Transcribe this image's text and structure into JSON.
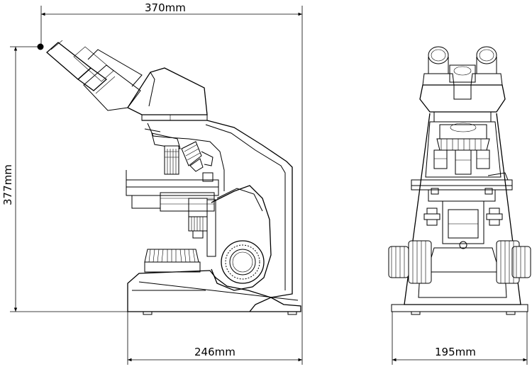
{
  "dimensions": {
    "overall_width": "370mm",
    "overall_height": "377mm",
    "base_depth": "246mm",
    "front_width": "195mm"
  },
  "views": [
    "side-view",
    "front-view"
  ]
}
